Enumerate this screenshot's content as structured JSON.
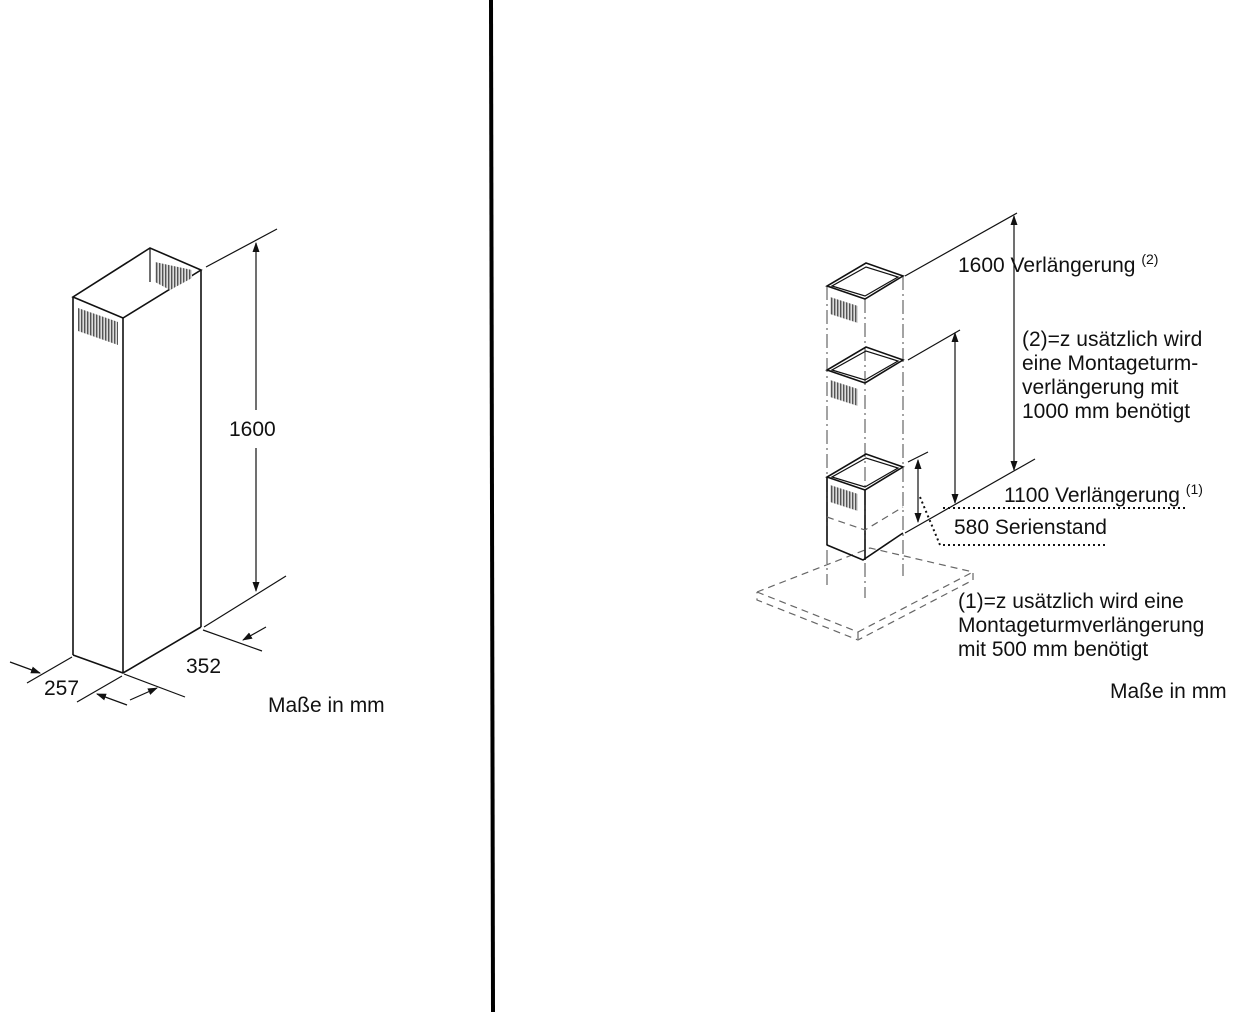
{
  "left_drawing": {
    "height_label": "1600",
    "depth_label": "352",
    "width_label": "257",
    "units_note": "Maße in mm"
  },
  "right_drawing": {
    "label_1600": "1600 Verlängerung",
    "label_1600_sup": "(2)",
    "note_2": [
      "(2)=z usätzlich wird",
      "eine Montageturm-",
      "verlängerung mit",
      "1000 mm benötigt"
    ],
    "label_1100": "1100 Verlängerung",
    "label_1100_sup": "(1)",
    "label_580": "580 Serienstand",
    "note_1": [
      "(1)=z usätzlich wird eine",
      "Montageturmverlängerung",
      "mit 500 mm benötigt"
    ],
    "units_note": "Maße in mm"
  }
}
